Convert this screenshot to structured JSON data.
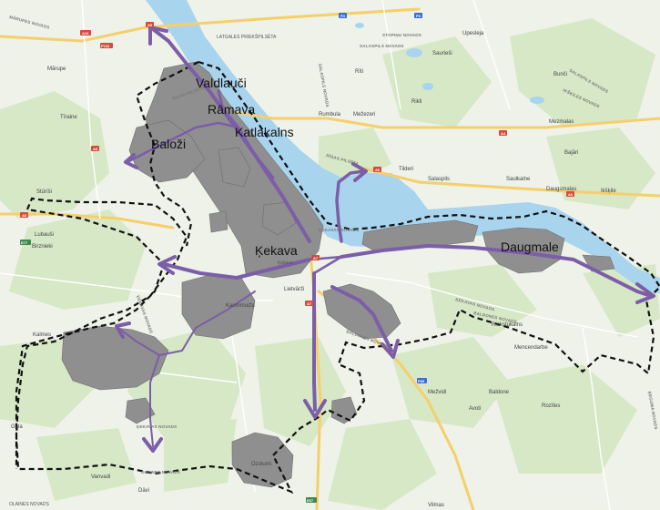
{
  "map": {
    "colors": {
      "land": "#eef2e8",
      "forest": "#d7e9c8",
      "water": "#a9d4ee",
      "urban": "#8f8f8f",
      "arrow": "#7b5ea7",
      "road_major": "#f6cf6b",
      "road_minor": "#ffffff",
      "boundary": "#111111"
    },
    "large_labels": {
      "valdlauci": "Valdlauči",
      "ramava": "Rāmava",
      "katlakalns": "Katlakalns",
      "balozi": "Baloži",
      "kekava": "Ķekava",
      "daugmale": "Daugmale"
    },
    "small_labels": {
      "marupe": "Mārupe",
      "tiraine": "Tīraine",
      "sturisi": "Stūrīši",
      "lubausi": "Lubauši",
      "birznieki": "Birznieki",
      "kalmes": "Kalmes",
      "vanvadi": "Vanvadi",
      "davi": "Dāvi",
      "galas": "Gala",
      "rumbula": "Rumbula",
      "mezezeri": "Mežezeri",
      "rite": "Rīti",
      "rikli": "Rikli",
      "tilderi": "Tilderi",
      "salaspils": "Salaspils",
      "saulkalne": "Saulkalne",
      "upesleja": "Upesleja",
      "saurieti": "Saurieši",
      "bunci": "Bunči",
      "mezmalas": "Mezmalas",
      "bajari": "Bajāri",
      "daugsmalas": "Daugsmalas",
      "ikskile": "Ikšķile",
      "liepkalni": "Lietvārži",
      "karinmuiza": "Kanmmuiža",
      "ozolumi": "Ozolumi",
      "rieksukalns": "Riekstukalns",
      "mencendarbe": "Mencendarbe",
      "baldone": "Baldone",
      "rozites": "Rozītes",
      "mezvidi": "Mežvidi",
      "avoti": "Avoti",
      "vilmas": "Vilmas",
      "kekava_small": "Ķekava",
      "latgales": "LATGALES PRIEKŠPILSĒTA",
      "olaine": "OLAINES NOVADS"
    },
    "road_labels": {
      "stopinu": "STOPIŅU NOVADS",
      "salaspils_novads": "SALASPILS NOVADS",
      "salaspils_novads2": "SALASPILS NOVADS",
      "kekavas1": "ĶEKAVAS NOVADS",
      "kekavas2": "ĶEKAVAS NOVADS",
      "kekavas3": "ĶEKAVAS NOVADS",
      "kekavas4": "ĶEKAVAS NOVADS",
      "baldones1": "BALDONES NOVADS",
      "baldones2": "BALDONES NOVADS",
      "rigas": "RĪGAS PILSĒTA",
      "rigas2": "RĪGAS PILSĒTA",
      "ikskiles": "IKŠĶILES NOVADS",
      "salaspils3": "SALASPILS NOVADS",
      "kegums": "ĶEGUMA NOVADS",
      "marupes": "MĀRUPES NOVADS",
      "olaines2": "OLAINES NOVADS"
    },
    "shields": {
      "a10": "A10",
      "a5a": "A5",
      "a5b": "A5",
      "a6a": "A6",
      "a6b": "A6",
      "a7a": "A7",
      "a7b": "A7",
      "a8": "A8",
      "a4": "A4",
      "p132": "P132",
      "p4": "P4",
      "p5": "P5",
      "p89": "P89",
      "e77": "E77",
      "e67": "E67"
    }
  }
}
